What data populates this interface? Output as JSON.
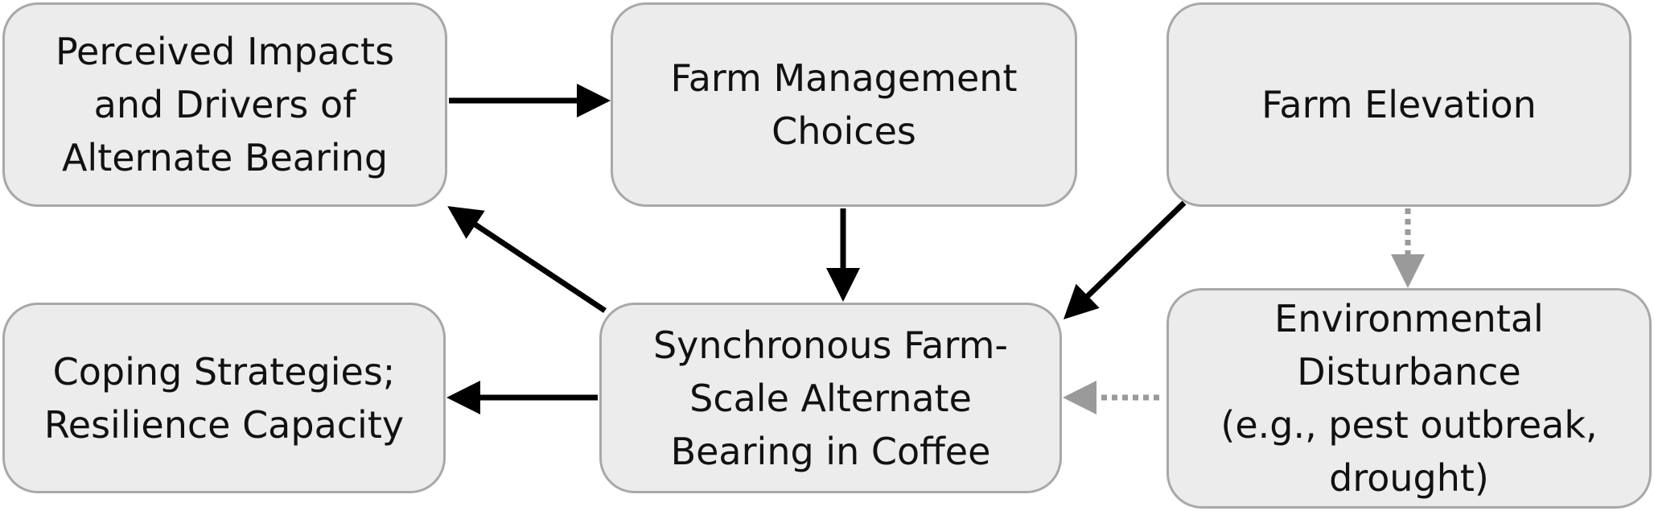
{
  "nodes": {
    "perceived": {
      "lines": [
        "Perceived Impacts",
        "and Drivers of",
        "Alternate Bearing"
      ]
    },
    "management": {
      "lines": [
        "Farm Management",
        "Choices"
      ]
    },
    "elevation": {
      "lines": [
        "Farm Elevation"
      ]
    },
    "coping": {
      "lines": [
        "Coping Strategies;",
        "Resilience Capacity"
      ]
    },
    "sync": {
      "lines": [
        "Synchronous Farm-",
        "Scale Alternate",
        "Bearing in Coffee"
      ]
    },
    "env": {
      "lines": [
        "Environmental",
        "Disturbance",
        "(e.g., pest outbreak,",
        "drought)"
      ]
    }
  },
  "edges": [
    {
      "from": "Perceived Impacts and Drivers of Alternate Bearing",
      "to": "Farm Management Choices",
      "style": "solid"
    },
    {
      "from": "Farm Management Choices",
      "to": "Synchronous Farm-Scale Alternate Bearing in Coffee",
      "style": "solid"
    },
    {
      "from": "Farm Elevation",
      "to": "Synchronous Farm-Scale Alternate Bearing in Coffee",
      "style": "solid"
    },
    {
      "from": "Synchronous Farm-Scale Alternate Bearing in Coffee",
      "to": "Perceived Impacts and Drivers of Alternate Bearing",
      "style": "solid"
    },
    {
      "from": "Synchronous Farm-Scale Alternate Bearing in Coffee",
      "to": "Coping Strategies; Resilience Capacity",
      "style": "solid"
    },
    {
      "from": "Farm Elevation",
      "to": "Environmental Disturbance (e.g., pest outbreak, drought)",
      "style": "dotted"
    },
    {
      "from": "Environmental Disturbance (e.g., pest outbreak, drought)",
      "to": "Synchronous Farm-Scale Alternate Bearing in Coffee",
      "style": "dotted"
    }
  ],
  "colors": {
    "node_fill": "#ececec",
    "node_border": "#a8a8a8",
    "solid_arrow": "#000000",
    "dotted_arrow": "#9a9a9a"
  }
}
